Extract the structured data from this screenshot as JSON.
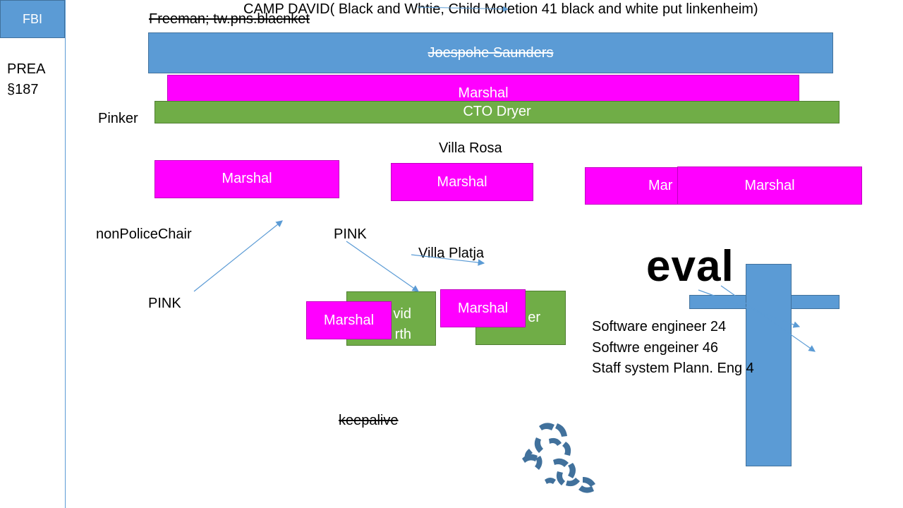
{
  "left_panel": {
    "fbi_label": "FBI",
    "prea_label": "PREA",
    "section_label": "§187"
  },
  "header": {
    "camp_david_text": "CAMP DAVID( Black and Whtie, Child Moletion 41 black and white put linkenheim)",
    "freeman_text": "Freeman; tw.pns.blacnket"
  },
  "bars": {
    "joespohe": "Joespohe Saunders",
    "marshal_top": "Marshal",
    "cto_dryer": "CTO Dryer"
  },
  "labels": {
    "pinker": "Pinker",
    "villa_rosa": "Villa Rosa",
    "non_police_chair": "nonPoliceChair",
    "pink_upper": "PINK",
    "villa_platja": "Villa Platja",
    "pink_lower": "PINK",
    "keepalive": "keepalive",
    "eval": "eval"
  },
  "marshal_row": {
    "box1": "Marshal",
    "box2": "Marshal",
    "box3_partial": "Mar",
    "box4": "Marshal"
  },
  "bottom_cluster": {
    "green_left_line1": "vid",
    "green_left_line2": "rth",
    "green_right": "er",
    "marshal_left": "Marshal",
    "marshal_right": "Marshal"
  },
  "roles": [
    "Software engineer 24",
    "Softwre engeiner 46",
    "Staff system Plann. Eng 4"
  ],
  "colors": {
    "blue": "#5b9bd5",
    "magenta": "#ff00ff",
    "green": "#70ad47",
    "arrow": "#5b9bd5"
  }
}
